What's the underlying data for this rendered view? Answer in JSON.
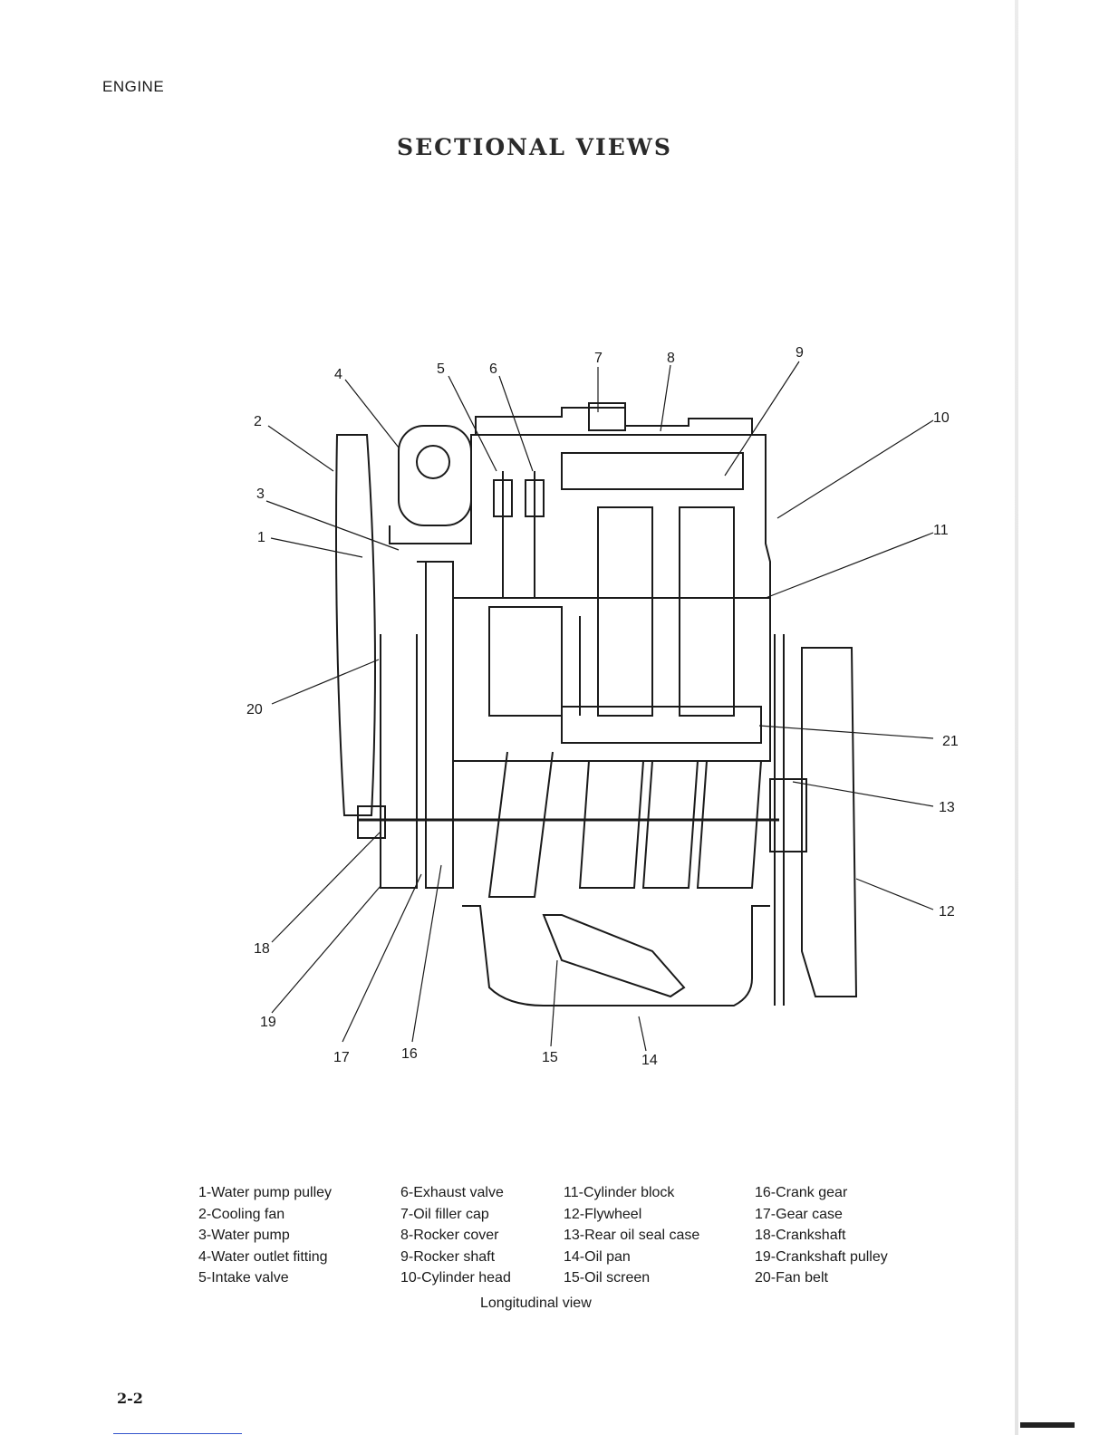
{
  "header": {
    "section": "ENGINE"
  },
  "page": {
    "title": "SECTIONAL VIEWS",
    "number": "2-2"
  },
  "diagram": {
    "caption": "Longitudinal view",
    "callouts": [
      "1",
      "2",
      "3",
      "4",
      "5",
      "6",
      "7",
      "8",
      "9",
      "10",
      "11",
      "12",
      "13",
      "14",
      "15",
      "16",
      "17",
      "18",
      "19",
      "20",
      "21"
    ]
  },
  "legend": {
    "col1": [
      "1-Water pump pulley",
      "2-Cooling fan",
      "3-Water pump",
      "4-Water outlet fitting",
      "5-Intake valve"
    ],
    "col2": [
      "6-Exhaust valve",
      "7-Oil filler cap",
      "8-Rocker cover",
      "9-Rocker shaft",
      "10-Cylinder head"
    ],
    "col3": [
      "11-Cylinder block",
      "12-Flywheel",
      "13-Rear oil seal case",
      "14-Oil pan",
      "15-Oil screen"
    ],
    "col4": [
      "16-Crank gear",
      "17-Gear case",
      "18-Crankshaft",
      "19-Crankshaft pulley",
      "20-Fan belt"
    ]
  }
}
